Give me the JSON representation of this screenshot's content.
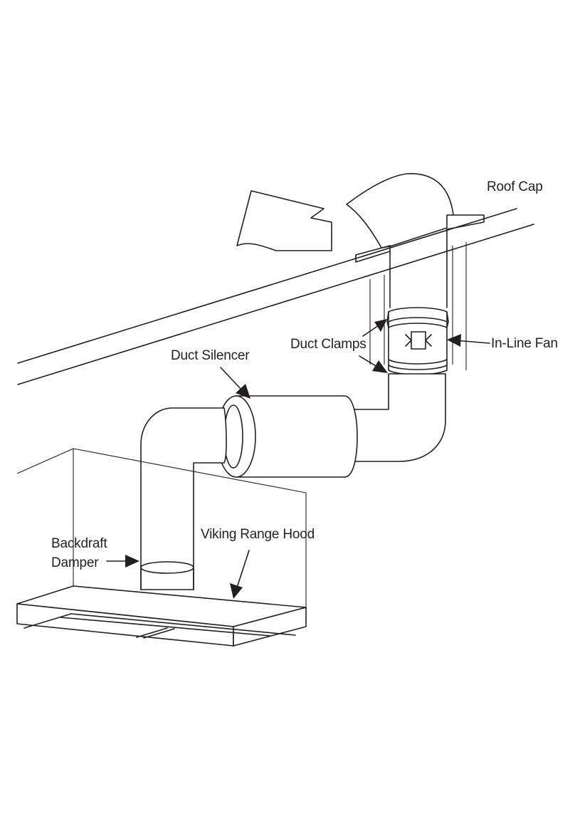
{
  "labels": {
    "roof_cap": "Roof Cap",
    "in_line_fan": "In-Line Fan",
    "duct_clamps": "Duct Clamps",
    "duct_silencer": "Duct Silencer",
    "backdraft": "Backdraft",
    "damper": "Damper",
    "range_hood": "Viking Range Hood"
  },
  "colors": {
    "line": "#231f20",
    "background": "#ffffff"
  }
}
